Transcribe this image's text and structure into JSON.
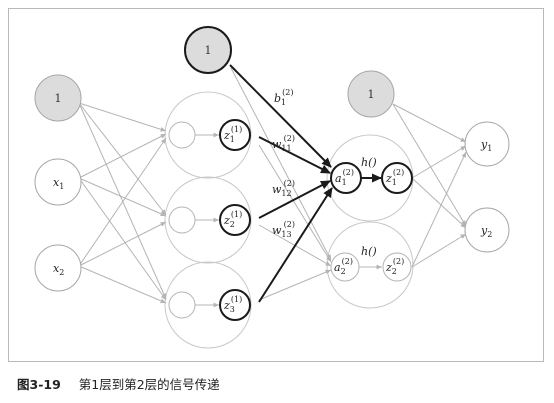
{
  "caption": {
    "figure_label": "图3-19",
    "text": "第1层到第2层的信号传递"
  },
  "nodes": {
    "bias0_label": "1",
    "x1": {
      "main": "x",
      "sub": "1"
    },
    "x2": {
      "main": "x",
      "sub": "2"
    },
    "bias1_label": "1",
    "z1_1": {
      "main": "z",
      "sub": "1",
      "sup": "(1)"
    },
    "z2_1": {
      "main": "z",
      "sub": "2",
      "sup": "(1)"
    },
    "z3_1": {
      "main": "z",
      "sub": "3",
      "sup": "(1)"
    },
    "bias2_label": "1",
    "a1_2": {
      "main": "a",
      "sub": "1",
      "sup": "(2)"
    },
    "z1_2": {
      "main": "z",
      "sub": "1",
      "sup": "(2)"
    },
    "a2_2": {
      "main": "a",
      "sub": "2",
      "sup": "(2)"
    },
    "z2_2": {
      "main": "z",
      "sub": "2",
      "sup": "(2)"
    },
    "y1": {
      "main": "y",
      "sub": "1"
    },
    "y2": {
      "main": "y",
      "sub": "2"
    }
  },
  "edge_labels": {
    "b1_2": {
      "main": "b",
      "sub": "1",
      "sup": "(2)"
    },
    "w11_2": {
      "main": "w",
      "sub": "11",
      "sup": "(2)"
    },
    "w12_2": {
      "main": "w",
      "sub": "12",
      "sup": "(2)"
    },
    "w13_2": {
      "main": "w",
      "sub": "13",
      "sup": "(2)"
    },
    "h1": "h()",
    "h2": "h()"
  },
  "colors": {
    "active": "#1a1a1a",
    "inactive": "#b4b4b4",
    "bias_fill": "#dcdcdc",
    "layer_ring": "#c8c8c8"
  }
}
